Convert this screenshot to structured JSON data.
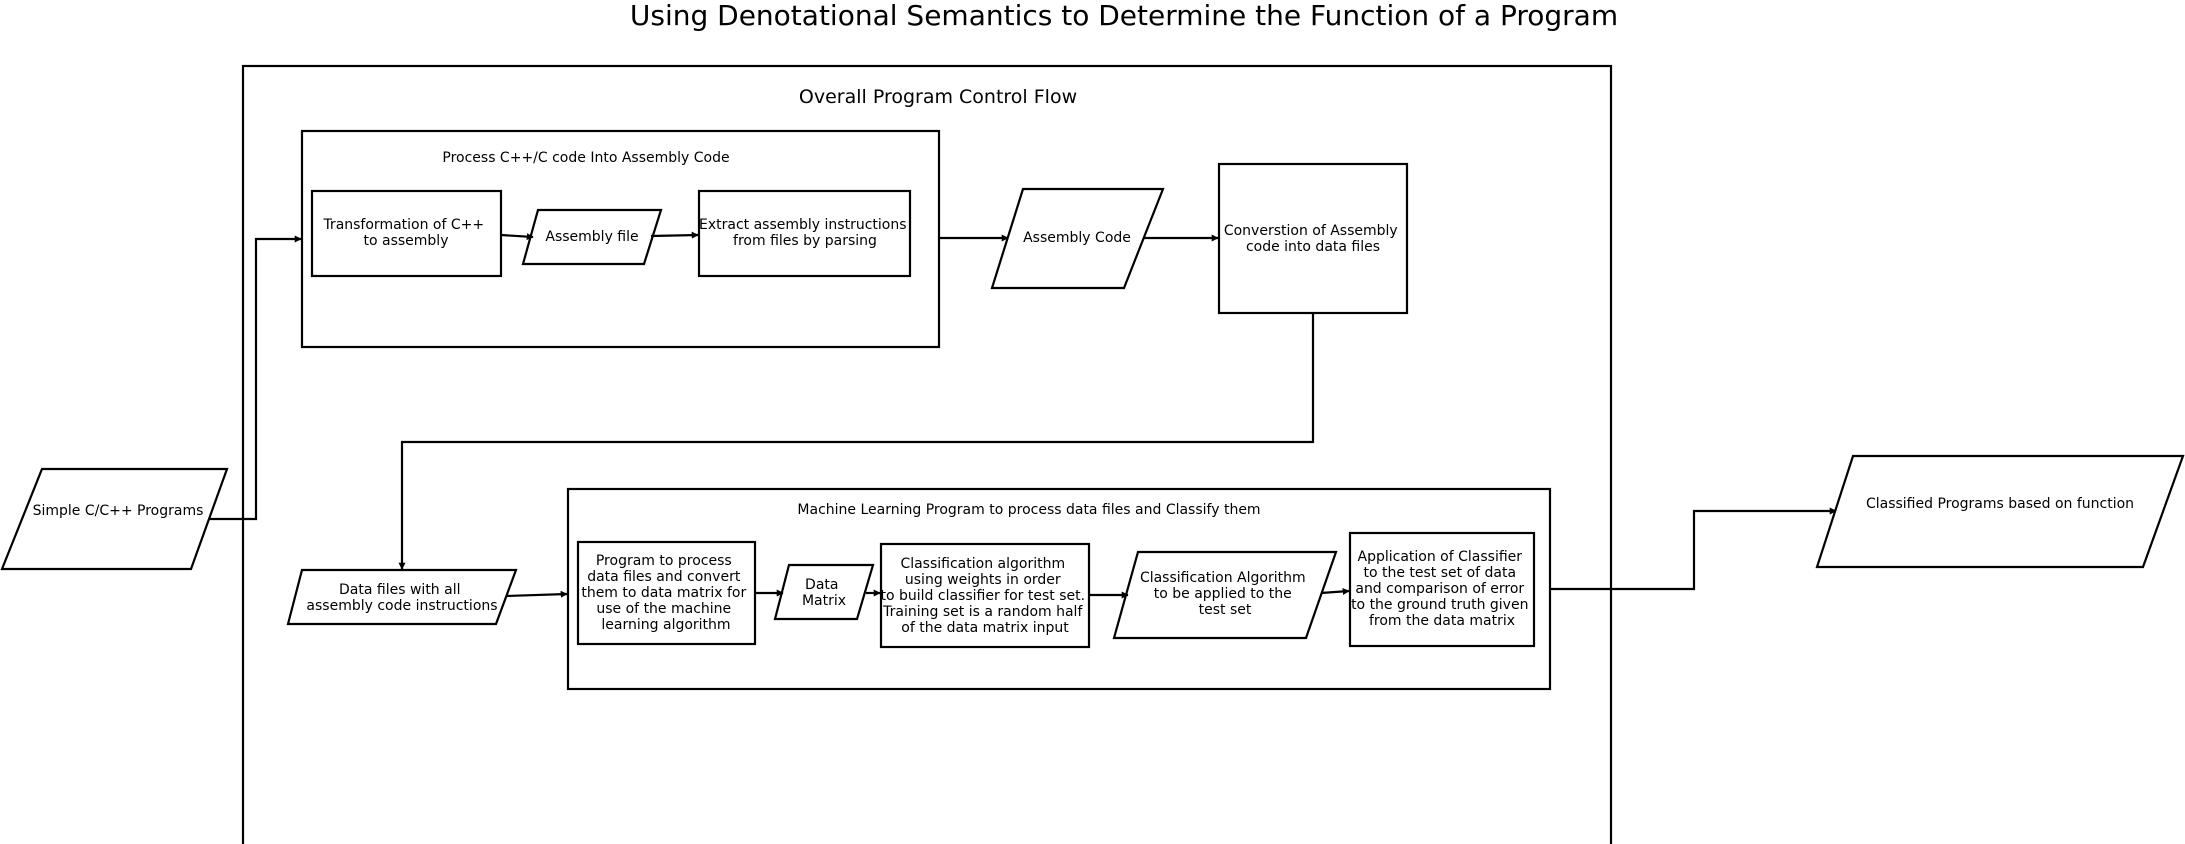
{
  "title": "Using Denotational Semantics to Determine the Function of a Program",
  "groups": {
    "overall": "Overall Program Control Flow",
    "process": "Process C++/C code Into Assembly Code",
    "ml": "Machine Learning Program to process data files and Classify them"
  },
  "nodes": {
    "input": [
      "Simple C/C++ Programs"
    ],
    "transform": [
      "Transformation of C++",
      "to assembly"
    ],
    "asm_file": [
      "Assembly file"
    ],
    "extract": [
      "Extract assembly instructions",
      "from files by parsing"
    ],
    "asm_code": [
      "Assembly Code"
    ],
    "convert": [
      "Converstion of Assembly",
      "code into data files"
    ],
    "data_files": [
      "Data files with all",
      "assembly code instructions"
    ],
    "process_prog": [
      "Program to process",
      "data files and convert",
      "them to data matrix for",
      "use of the machine",
      "learning algorithm"
    ],
    "data_matrix": [
      "Data",
      "Matrix"
    ],
    "classify_algo": [
      "Classification algorithm",
      "using weights in order",
      "to build classifier for test set.",
      "Training set is a random half",
      "of the data matrix input"
    ],
    "classify_apply": [
      "Classification Algorithm",
      "to be applied to the",
      "test set"
    ],
    "application": [
      "Application of Classifier",
      "to the test set of data",
      "and comparison of error",
      "to the ground truth given",
      "from the data matrix"
    ],
    "output": [
      "Classified Programs based on function"
    ]
  }
}
